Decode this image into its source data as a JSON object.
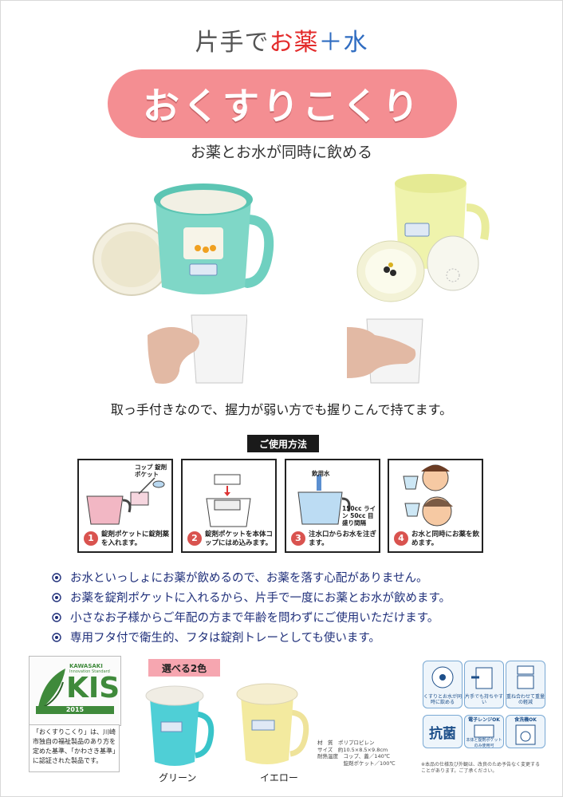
{
  "header": {
    "tagline_part1": "片手で",
    "tagline_part2": "お薬",
    "tagline_part3": "＋",
    "tagline_part4": "水",
    "product_name": "おくすりこくり",
    "subtitle": "お薬とお水が同時に飲める"
  },
  "grip_text": "取っ手付きなので、握力が弱い方でも握りこんで持てます。",
  "usage": {
    "label": "ご使用方法",
    "steps": [
      {
        "num": "1",
        "text": "錠剤ポケットに錠剤薬を入れます。",
        "tag": "コップ 錠剤ポケット"
      },
      {
        "num": "2",
        "text": "錠剤ポケットを本体コップにはめ込みます。",
        "tag": ""
      },
      {
        "num": "3",
        "text": "注水口からお水を注ぎます。",
        "tag": "飲用水",
        "tag2": "150cc ライン 50cc 目盛り間隔"
      },
      {
        "num": "4",
        "text": "お水と同時にお薬を飲めます。",
        "tag": ""
      }
    ]
  },
  "bullets": [
    "お水といっしょにお薬が飲めるので、お薬を落す心配がありません。",
    "お薬を錠剤ポケットに入れるから、片手で一度にお薬とお水が飲めます。",
    "小さなお子様からご年配の方まで年齢を問わずにご使用いただけます。",
    "専用フタ付で衛生的、フタは錠剤トレーとしても使います。"
  ],
  "kis": {
    "brand_top": "KAWASAKI",
    "brand_sub": "Innovation Standard",
    "logo_text": "KIS",
    "year": "2015",
    "note": "「おくすりこくり」は、川崎市独自の福祉製品のあり方を定めた基準、「かわさき基準」に認証された製品です。"
  },
  "colors": {
    "label": "選べる2色",
    "green": "グリーン",
    "yellow": "イエロー"
  },
  "features": {
    "icon1": "くすりとお水が同時に飲める",
    "icon2": "片手でも持ちやすい",
    "icon3": "重ね合わせて重量の軽減",
    "antibacterial": "抗菌",
    "microwave": "電子レンジOK",
    "microwave_note": "本体と錠剤ポケットのみ使用可",
    "dishwasher": "食洗機OK"
  },
  "spec": {
    "l1": "材　質　ポリプロピレン",
    "l2": "サイズ　約10.5×8.5×9.8cm",
    "l3": "耐熱温度　コップ、蓋／140℃",
    "l4": "　　　　　錠剤ポケット／100℃"
  },
  "note": "※本品の仕様及び外観は、改良のため予告なく変更することがあります。ご了承ください。",
  "palette": {
    "pill": "#f48e92",
    "red": "#e32b2b",
    "blue": "#2f6cc1",
    "bullet_text": "#1f2f7a",
    "green_cup": "#6fd0c0",
    "yellow_cup": "#f1e89a"
  }
}
